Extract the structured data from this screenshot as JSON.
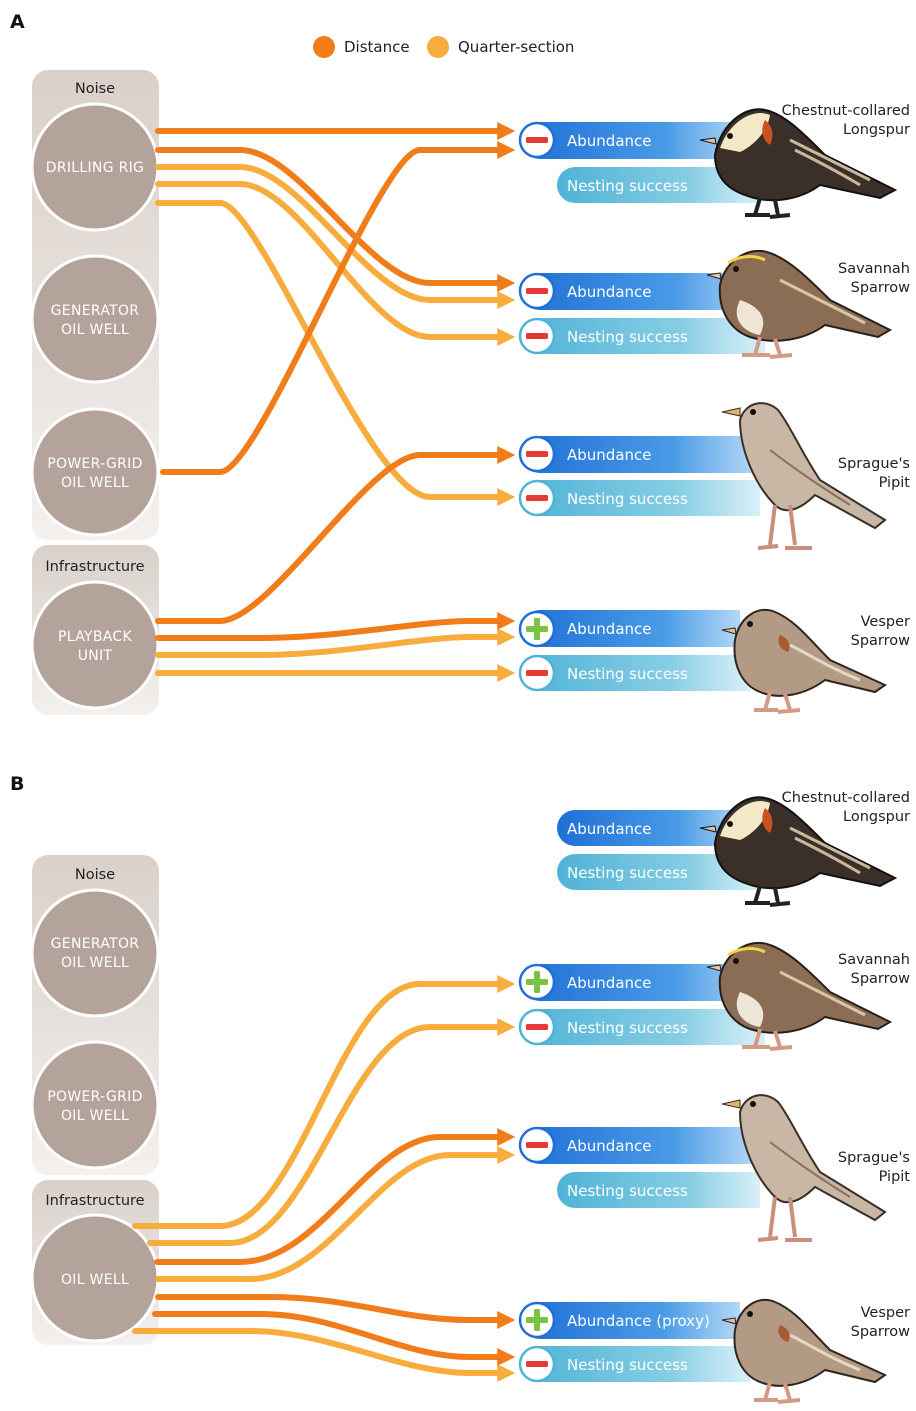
{
  "colors": {
    "distance": "#f07c1a",
    "quarter_section": "#f6ad3e",
    "abundance": "#2b7fd9",
    "nesting": "#5bbcd8",
    "source_circle": "#b3a39a",
    "group_bg": "#e6e0dc",
    "minus": "#e53935",
    "plus": "#7cc242"
  },
  "legend": {
    "distance": "Distance",
    "quarter_section": "Quarter-section"
  },
  "panels": [
    {
      "letter": "A",
      "groups": [
        {
          "title": "Noise",
          "sources": [
            {
              "lines": [
                "DRILLING RIG"
              ]
            },
            {
              "lines": [
                "GENERATOR",
                "OIL WELL"
              ]
            },
            {
              "lines": [
                "POWER-GRID",
                "OIL WELL"
              ]
            }
          ]
        },
        {
          "title": "Infrastructure",
          "sources": [
            {
              "lines": [
                "PLAYBACK",
                "UNIT"
              ]
            }
          ]
        }
      ],
      "birds": [
        {
          "name": [
            "Chestnut-collared",
            "Longspur"
          ],
          "icon": "chestnut-collared-longspur-icon",
          "abundance": {
            "label": "Abundance",
            "sign": "-"
          },
          "nesting": {
            "label": "Nesting success",
            "sign": ""
          }
        },
        {
          "name": [
            "Savannah",
            "Sparrow"
          ],
          "icon": "savannah-sparrow-icon",
          "abundance": {
            "label": "Abundance",
            "sign": "-"
          },
          "nesting": {
            "label": "Nesting success",
            "sign": "-"
          }
        },
        {
          "name": [
            "Sprague's",
            "Pipit"
          ],
          "icon": "spragues-pipit-icon",
          "abundance": {
            "label": "Abundance",
            "sign": "-"
          },
          "nesting": {
            "label": "Nesting success",
            "sign": "-"
          }
        },
        {
          "name": [
            "Vesper",
            "Sparrow"
          ],
          "icon": "vesper-sparrow-icon",
          "abundance": {
            "label": "Abundance",
            "sign": "+"
          },
          "nesting": {
            "label": "Nesting success",
            "sign": "-"
          }
        }
      ],
      "links": [
        {
          "from": "DRILLING RIG",
          "to": "Chestnut-collared Longspur abundance",
          "type": "distance"
        },
        {
          "from": "DRILLING RIG",
          "to": "Savannah Sparrow abundance",
          "type": "distance"
        },
        {
          "from": "DRILLING RIG",
          "to": "Savannah Sparrow abundance",
          "type": "quarter-section"
        },
        {
          "from": "DRILLING RIG",
          "to": "Savannah Sparrow nesting success",
          "type": "quarter-section"
        },
        {
          "from": "DRILLING RIG",
          "to": "Sprague's Pipit nesting success",
          "type": "quarter-section"
        },
        {
          "from": "POWER-GRID OIL WELL",
          "to": "Chestnut-collared Longspur abundance",
          "type": "distance"
        },
        {
          "from": "PLAYBACK UNIT",
          "to": "Sprague's Pipit abundance",
          "type": "distance"
        },
        {
          "from": "PLAYBACK UNIT",
          "to": "Vesper Sparrow abundance",
          "type": "distance"
        },
        {
          "from": "PLAYBACK UNIT",
          "to": "Vesper Sparrow abundance",
          "type": "quarter-section"
        },
        {
          "from": "PLAYBACK UNIT",
          "to": "Vesper Sparrow nesting success",
          "type": "quarter-section"
        }
      ]
    },
    {
      "letter": "B",
      "groups": [
        {
          "title": "Noise",
          "sources": [
            {
              "lines": [
                "GENERATOR",
                "OIL WELL"
              ]
            },
            {
              "lines": [
                "POWER-GRID",
                "OIL WELL"
              ]
            }
          ]
        },
        {
          "title": "Infrastructure",
          "sources": [
            {
              "lines": [
                "OIL WELL"
              ]
            }
          ]
        }
      ],
      "birds": [
        {
          "name": [
            "Chestnut-collared",
            "Longspur"
          ],
          "icon": "chestnut-collared-longspur-icon",
          "abundance": {
            "label": "Abundance",
            "sign": ""
          },
          "nesting": {
            "label": "Nesting success",
            "sign": ""
          }
        },
        {
          "name": [
            "Savannah",
            "Sparrow"
          ],
          "icon": "savannah-sparrow-icon",
          "abundance": {
            "label": "Abundance",
            "sign": "+"
          },
          "nesting": {
            "label": "Nesting success",
            "sign": "-"
          }
        },
        {
          "name": [
            "Sprague's",
            "Pipit"
          ],
          "icon": "spragues-pipit-icon",
          "abundance": {
            "label": "Abundance",
            "sign": "-"
          },
          "nesting": {
            "label": "Nesting success",
            "sign": ""
          }
        },
        {
          "name": [
            "Vesper",
            "Sparrow"
          ],
          "icon": "vesper-sparrow-icon",
          "abundance": {
            "label": "Abundance (proxy)",
            "sign": "+"
          },
          "nesting": {
            "label": "Nesting success",
            "sign": "-"
          }
        }
      ],
      "links": [
        {
          "from": "OIL WELL",
          "to": "Savannah Sparrow abundance",
          "type": "quarter-section"
        },
        {
          "from": "OIL WELL",
          "to": "Savannah Sparrow nesting success",
          "type": "quarter-section"
        },
        {
          "from": "OIL WELL",
          "to": "Sprague's Pipit abundance",
          "type": "distance"
        },
        {
          "from": "OIL WELL",
          "to": "Sprague's Pipit abundance",
          "type": "quarter-section"
        },
        {
          "from": "OIL WELL",
          "to": "Vesper Sparrow abundance",
          "type": "distance"
        },
        {
          "from": "OIL WELL",
          "to": "Vesper Sparrow nesting success",
          "type": "distance"
        },
        {
          "from": "OIL WELL",
          "to": "Vesper Sparrow nesting success",
          "type": "quarter-section"
        }
      ]
    }
  ]
}
